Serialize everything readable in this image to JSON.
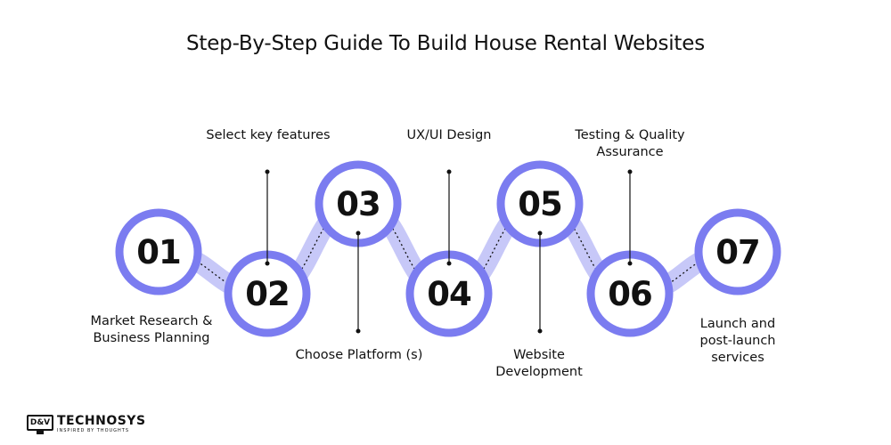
{
  "title": "Step-By-Step Guide To Build House Rental Websites",
  "steps": [
    {
      "number": "01",
      "label_lines": [
        "Market Research &",
        "Business Planning"
      ]
    },
    {
      "number": "02",
      "label_lines": [
        "Select key features"
      ]
    },
    {
      "number": "03",
      "label_lines": [
        "Choose Platform (s)"
      ]
    },
    {
      "number": "04",
      "label_lines": [
        "UX/UI Design"
      ]
    },
    {
      "number": "05",
      "label_lines": [
        "Website",
        "Development"
      ]
    },
    {
      "number": "06",
      "label_lines": [
        "Testing & Quality",
        "Assurance"
      ]
    },
    {
      "number": "07",
      "label_lines": [
        "Launch and",
        "post-launch",
        "services"
      ]
    }
  ],
  "logo": {
    "name": "TECHNOSYS",
    "mark": "D&V",
    "tagline": "INSPIRED BY THOUGHTS"
  },
  "colors": {
    "ring": "#7b7cf0",
    "band": "#c7c8f8",
    "text": "#111111",
    "connector": "#111111"
  }
}
